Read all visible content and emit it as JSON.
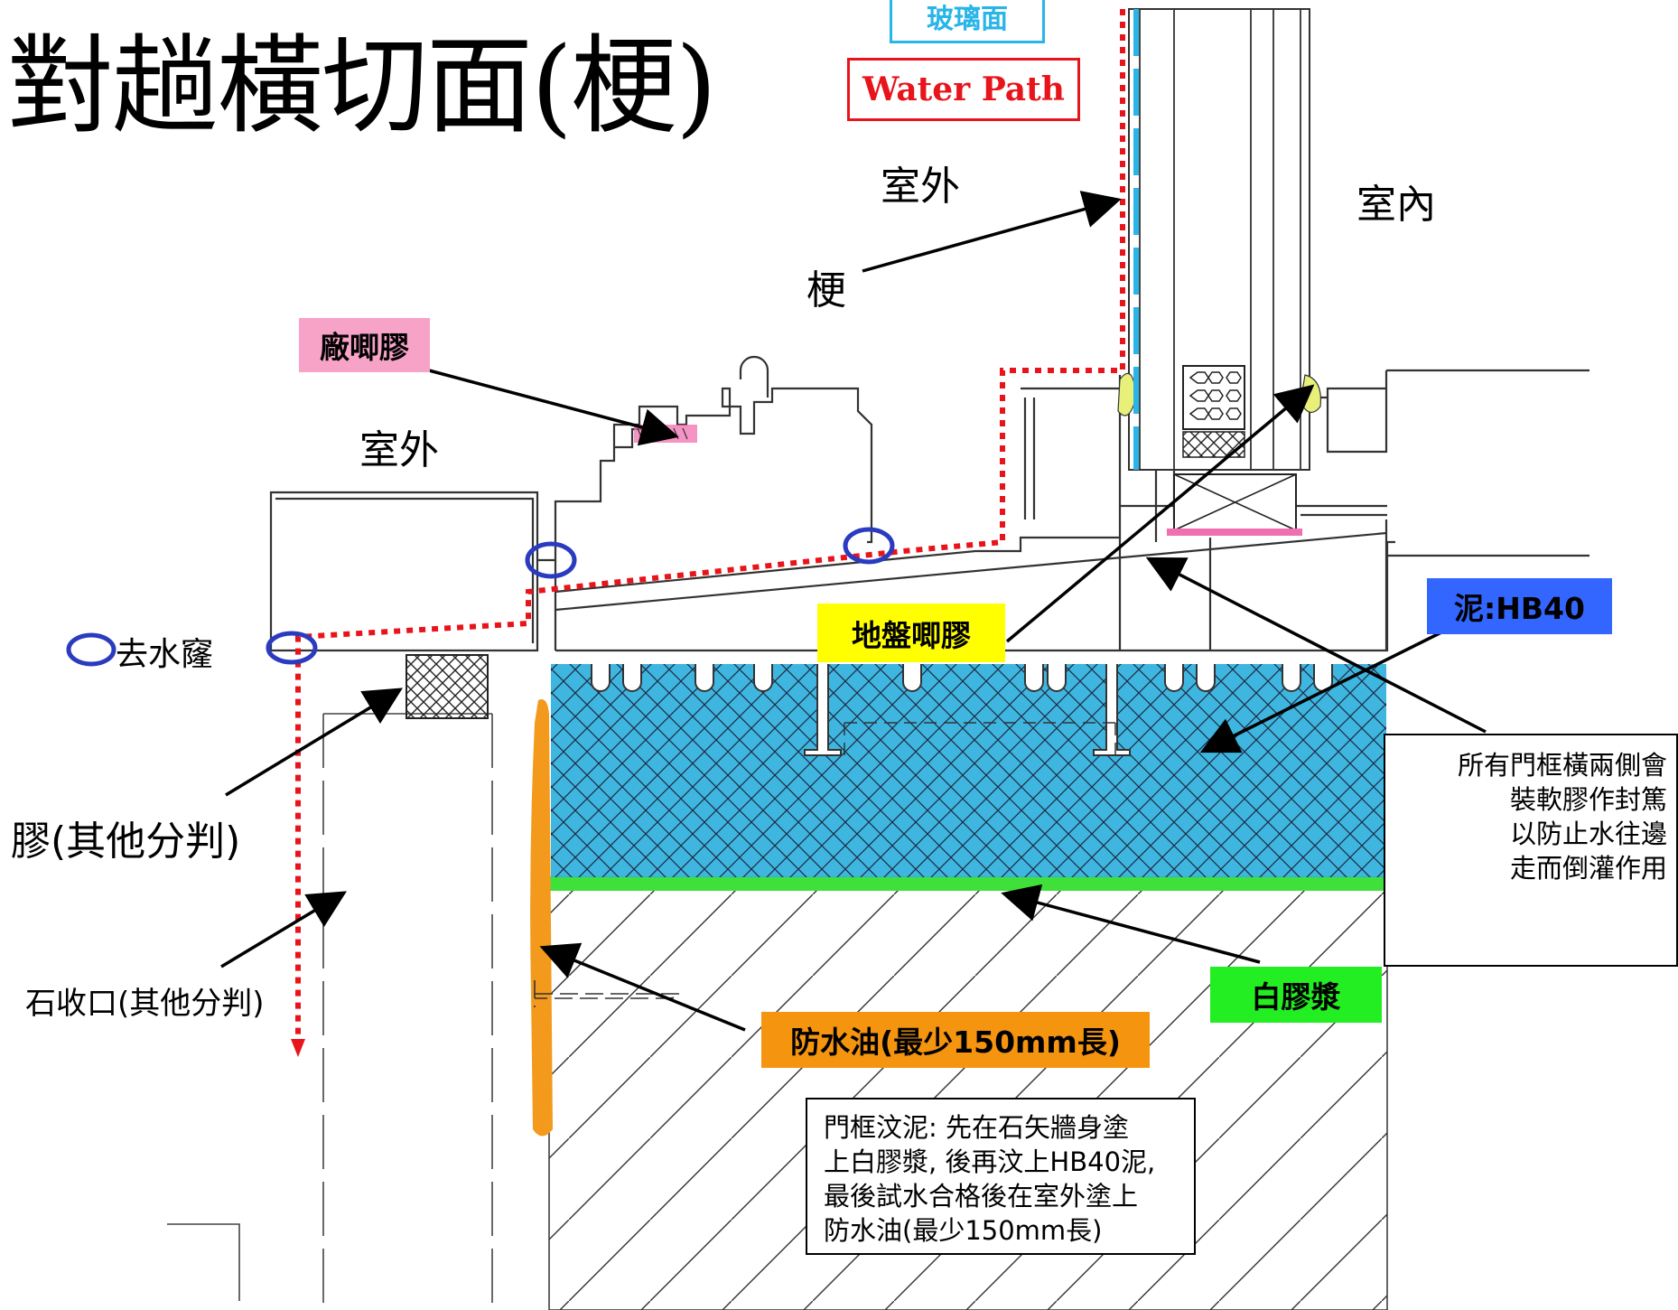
{
  "title": "對趟橫切面(梗)",
  "legend": {
    "glass_face": "玻璃面",
    "water_path": "Water Path",
    "drain_hole": "去水窿"
  },
  "labels": {
    "outdoor_upper": "室外",
    "indoor": "室內",
    "outdoor_left": "室外",
    "mullion": "梗",
    "factory_sealant": "廠唧膠",
    "floor_sealant": "地盤唧膠",
    "mortar_hb40": "泥:HB40",
    "sealant_others": "膠(其他分判)",
    "stone_edge_others": "石收口(其他分判)",
    "white_slurry": "白膠漿",
    "waterproof_paint": "防水油(最少150mm長)"
  },
  "notes": {
    "frame_side": [
      "所有門框橫兩側會",
      "裝軟膠作封篤",
      "以防止水往邊",
      "走而倒灌作用"
    ],
    "grouting": [
      "門框汶泥: 先在石矢牆身塗",
      "上白膠漿, 後再汶上HB40泥,",
      "最後試水合格後在室外塗上",
      "防水油(最少150mm長)"
    ]
  },
  "colors": {
    "water_path": "#e8141b",
    "glass": "#29b5e8",
    "mortar_fill": "#2fb0dc",
    "slurry": "#3fe03a",
    "waterproof": "#f39a1c",
    "drain_circle": "#2a3bbf",
    "factory_sealant_tag": "#f7a3c8",
    "floor_sealant_tag": "#ffff00",
    "mortar_tag": "#3366ff",
    "slurry_tag": "#22ee22",
    "waterproof_tag": "#f5940f"
  }
}
